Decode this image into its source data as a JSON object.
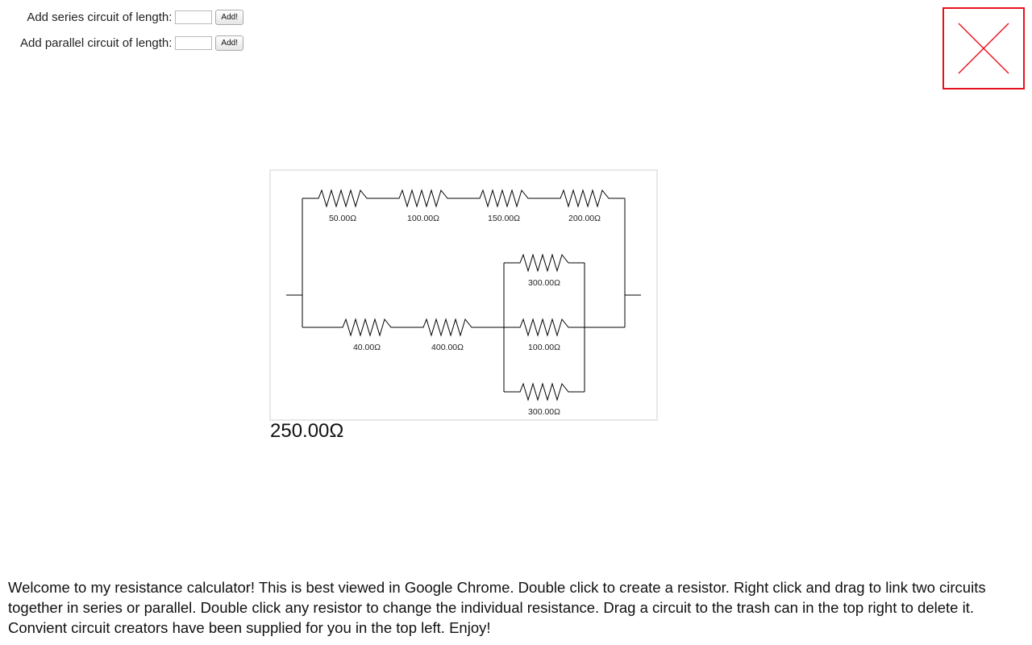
{
  "creators": {
    "series": {
      "label": "Add series circuit of length:",
      "value": "",
      "button_label": "Add!"
    },
    "parallel": {
      "label": "Add parallel circuit of length:",
      "value": "",
      "button_label": "Add!"
    }
  },
  "trash": {
    "icon": "trash-x-icon",
    "color": "#e8101c"
  },
  "circuit": {
    "top_series": [
      {
        "label": "50.00Ω"
      },
      {
        "label": "100.00Ω"
      },
      {
        "label": "150.00Ω"
      },
      {
        "label": "200.00Ω"
      }
    ],
    "bottom_series": [
      {
        "label": "40.00Ω"
      },
      {
        "label": "400.00Ω"
      }
    ],
    "parallel_group": [
      {
        "label": "300.00Ω"
      },
      {
        "label": "100.00Ω"
      },
      {
        "label": "300.00Ω"
      }
    ]
  },
  "total_resistance": "250.00Ω",
  "instructions": "Welcome to my resistance calculator! This is best viewed in Google Chrome. Double click to create a resistor. Right click and drag to link two circuits together in series or parallel. Double click any resistor to change the individual resistance. Drag a circuit to the trash can in the top right to delete it. Convient circuit creators have been supplied for you in the top left. Enjoy!"
}
